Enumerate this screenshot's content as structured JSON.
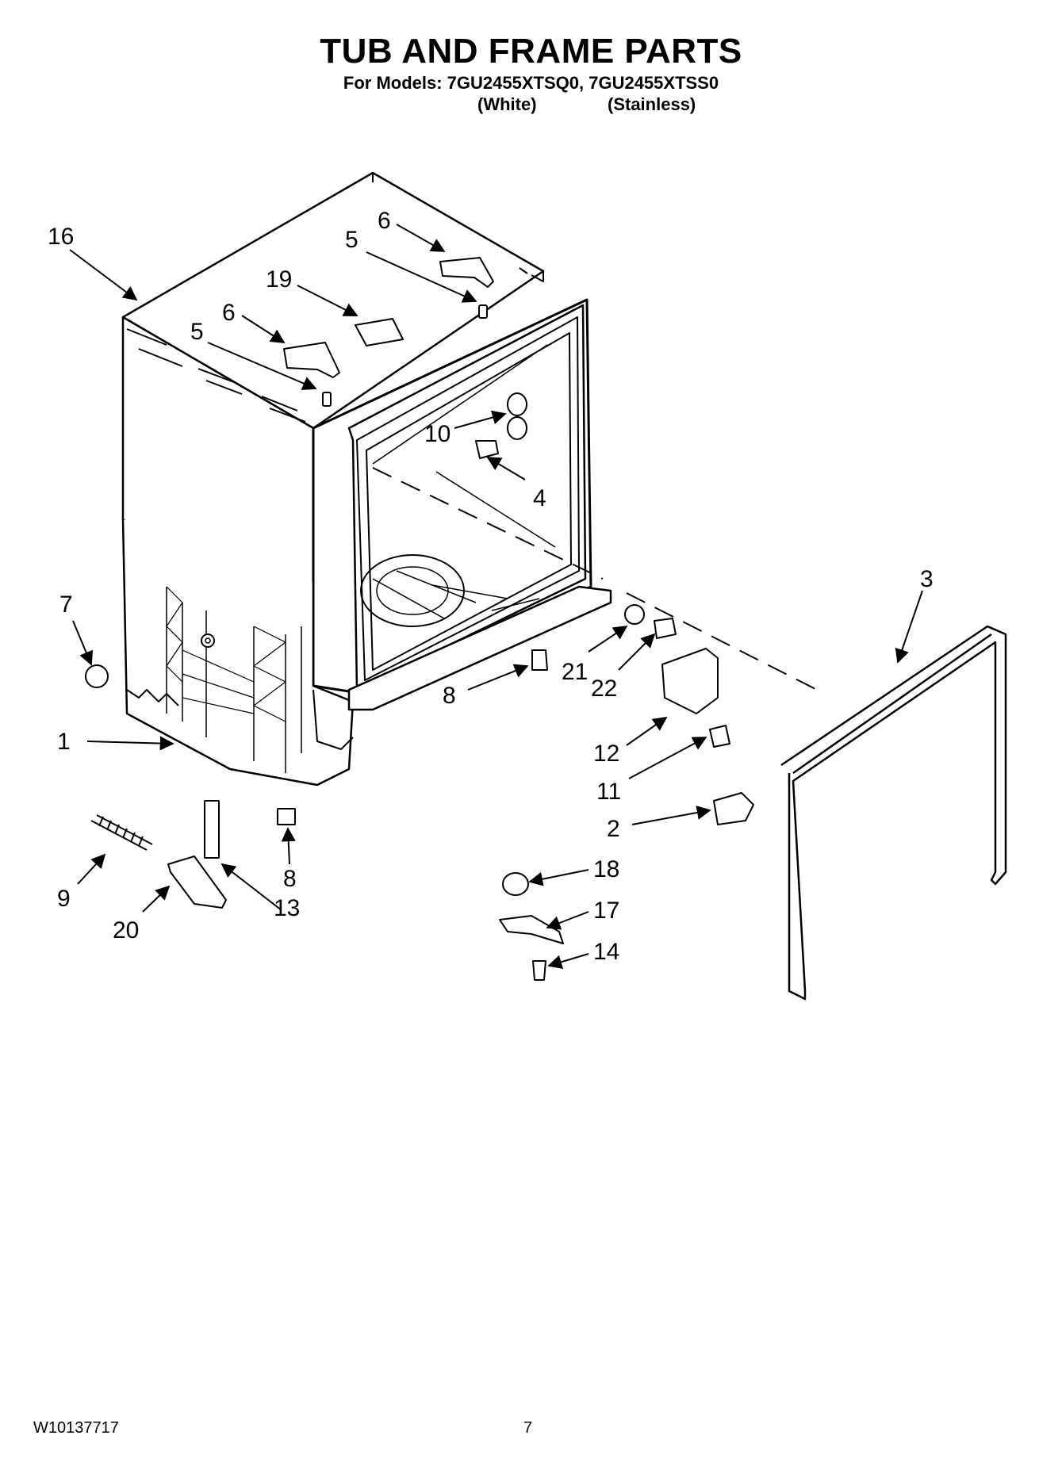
{
  "header": {
    "title": "TUB AND FRAME PARTS",
    "models_line": "For Models: 7GU2455XTSQ0, 7GU2455XTSS0",
    "variant_white": "(White)",
    "variant_stainless": "(Stainless)"
  },
  "callouts": {
    "c16": "16",
    "c6a": "6",
    "c5a": "5",
    "c19": "19",
    "c6b": "6",
    "c5b": "5",
    "c10": "10",
    "c4": "4",
    "c3": "3",
    "c7": "7",
    "c1": "1",
    "c8a": "8",
    "c21": "21",
    "c22": "22",
    "c12": "12",
    "c11": "11",
    "c2": "2",
    "c8b": "8",
    "c9": "9",
    "c13": "13",
    "c20": "20",
    "c18": "18",
    "c17": "17",
    "c14": "14"
  },
  "footer": {
    "doc_number": "W10137717",
    "page_number": "7"
  }
}
